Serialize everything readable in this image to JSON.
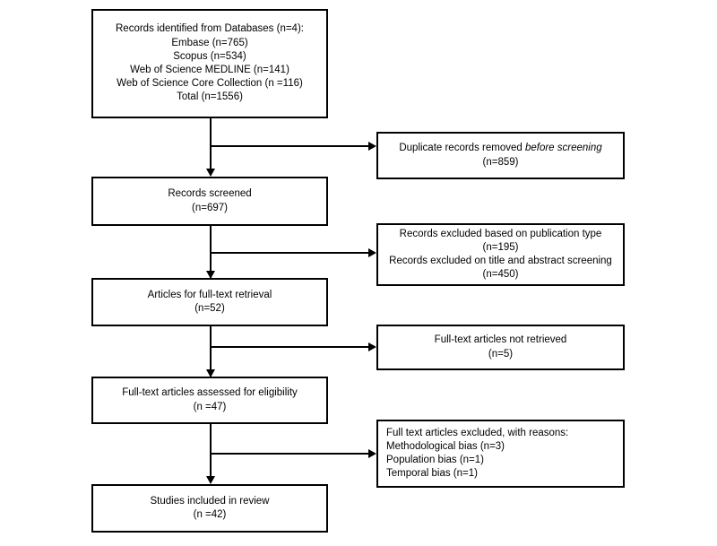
{
  "diagram": {
    "type": "prisma-flow-diagram",
    "background_color": "#ffffff",
    "line_color": "#000000",
    "boxes": {
      "identification": {
        "name": "records-identified-box",
        "align": "center",
        "lines": [
          "Records identified from Databases (n=4):",
          "Embase (n=765)",
          "Scopus (n=534)",
          "Web of Science MEDLINE (n=141)",
          "Web of Science Core Collection (n =116)",
          "Total (n=1556)"
        ]
      },
      "duplicates_removed": {
        "name": "duplicate-records-removed-box",
        "align": "center",
        "line1_a": "Duplicate records removed ",
        "line1_b": "before screening",
        "line2": "(n=859)"
      },
      "records_screened": {
        "name": "records-screened-box",
        "align": "center",
        "lines": [
          "Records screened",
          "(n=697)"
        ]
      },
      "records_excluded": {
        "name": "records-excluded-box",
        "align": "center",
        "lines": [
          "Records excluded based on publication type",
          "(n=195)",
          "Records excluded on title and abstract screening",
          "(n=450)"
        ]
      },
      "articles_fulltext_retrieval": {
        "name": "articles-full-text-retrieval-box",
        "align": "center",
        "lines": [
          "Articles for full-text retrieval",
          "(n=52)"
        ]
      },
      "fulltext_not_retrieved": {
        "name": "full-text-not-retrieved-box",
        "align": "center",
        "lines": [
          "Full-text articles not retrieved",
          "(n=5)"
        ]
      },
      "fulltext_assessed": {
        "name": "full-text-assessed-box",
        "align": "center",
        "lines": [
          "Full-text articles assessed for eligibility",
          "(n =47)"
        ]
      },
      "fulltext_excluded": {
        "name": "full-text-excluded-reasons-box",
        "align": "left",
        "lines": [
          "Full text articles excluded, with reasons:",
          "Methodological bias (n=3)",
          "Population bias (n=1)",
          "Temporal bias (n=1)"
        ]
      },
      "studies_included": {
        "name": "studies-included-box",
        "align": "center",
        "lines": [
          "Studies included in review",
          "(n =42)"
        ]
      }
    },
    "counts": {
      "embase": 765,
      "scopus": 534,
      "wos_medline": 141,
      "wos_core_collection": 116,
      "total_identified": 1556,
      "databases": 4,
      "duplicates_removed": 859,
      "records_screened": 697,
      "excluded_publication_type": 195,
      "excluded_title_abstract": 450,
      "articles_fulltext_retrieval": 52,
      "fulltext_not_retrieved": 5,
      "fulltext_assessed": 47,
      "excluded_methodological_bias": 3,
      "excluded_population_bias": 1,
      "excluded_temporal_bias": 1,
      "studies_included": 42
    }
  }
}
